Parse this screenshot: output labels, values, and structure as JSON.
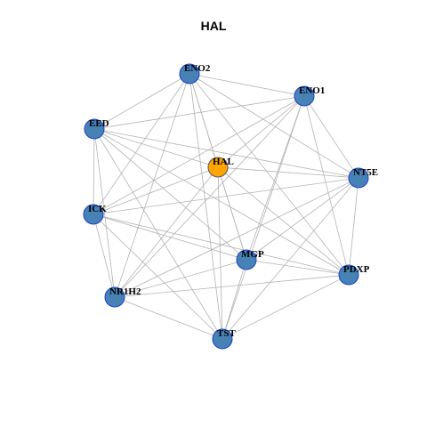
{
  "title": "HAL",
  "colors": {
    "node_default": "#4682b4",
    "node_border": "#1f3fd0",
    "node_highlight": "#ffa500",
    "edge": "#b3b3b3"
  },
  "nodes": [
    {
      "id": "HAL",
      "label": "HAL",
      "highlight": true
    },
    {
      "id": "ENO2",
      "label": "ENO2"
    },
    {
      "id": "ENO1",
      "label": "ENO1"
    },
    {
      "id": "EED",
      "label": "EED"
    },
    {
      "id": "NT5E",
      "label": "NT5E"
    },
    {
      "id": "ICK",
      "label": "ICK"
    },
    {
      "id": "MGP",
      "label": "MGP"
    },
    {
      "id": "PDXP",
      "label": "PDXP"
    },
    {
      "id": "NR1H2",
      "label": "NR1H2"
    },
    {
      "id": "TST",
      "label": "TST"
    }
  ],
  "edges": [
    [
      "ENO2",
      "ENO1"
    ],
    [
      "ENO2",
      "EED"
    ],
    [
      "ENO2",
      "HAL"
    ],
    [
      "ENO2",
      "NT5E"
    ],
    [
      "ENO2",
      "ICK"
    ],
    [
      "ENO2",
      "MGP"
    ],
    [
      "ENO2",
      "NR1H2"
    ],
    [
      "ENO2",
      "TST"
    ],
    [
      "ENO2",
      "PDXP"
    ],
    [
      "ENO1",
      "EED"
    ],
    [
      "ENO1",
      "HAL"
    ],
    [
      "ENO1",
      "NT5E"
    ],
    [
      "ENO1",
      "ICK"
    ],
    [
      "ENO1",
      "MGP"
    ],
    [
      "ENO1",
      "PDXP"
    ],
    [
      "ENO1",
      "NR1H2"
    ],
    [
      "ENO1",
      "TST"
    ],
    [
      "EED",
      "HAL"
    ],
    [
      "EED",
      "ICK"
    ],
    [
      "EED",
      "MGP"
    ],
    [
      "EED",
      "NR1H2"
    ],
    [
      "EED",
      "TST"
    ],
    [
      "EED",
      "PDXP"
    ],
    [
      "EED",
      "NT5E"
    ],
    [
      "HAL",
      "NT5E"
    ],
    [
      "HAL",
      "ICK"
    ],
    [
      "HAL",
      "MGP"
    ],
    [
      "HAL",
      "TST"
    ],
    [
      "HAL",
      "NR1H2"
    ],
    [
      "HAL",
      "PDXP"
    ],
    [
      "NT5E",
      "ICK"
    ],
    [
      "NT5E",
      "MGP"
    ],
    [
      "NT5E",
      "PDXP"
    ],
    [
      "NT5E",
      "NR1H2"
    ],
    [
      "NT5E",
      "TST"
    ],
    [
      "ICK",
      "MGP"
    ],
    [
      "ICK",
      "NR1H2"
    ],
    [
      "ICK",
      "TST"
    ],
    [
      "ICK",
      "PDXP"
    ],
    [
      "MGP",
      "PDXP"
    ],
    [
      "MGP",
      "NR1H2"
    ],
    [
      "MGP",
      "TST"
    ],
    [
      "PDXP",
      "NR1H2"
    ],
    [
      "PDXP",
      "TST"
    ],
    [
      "NR1H2",
      "TST"
    ]
  ]
}
